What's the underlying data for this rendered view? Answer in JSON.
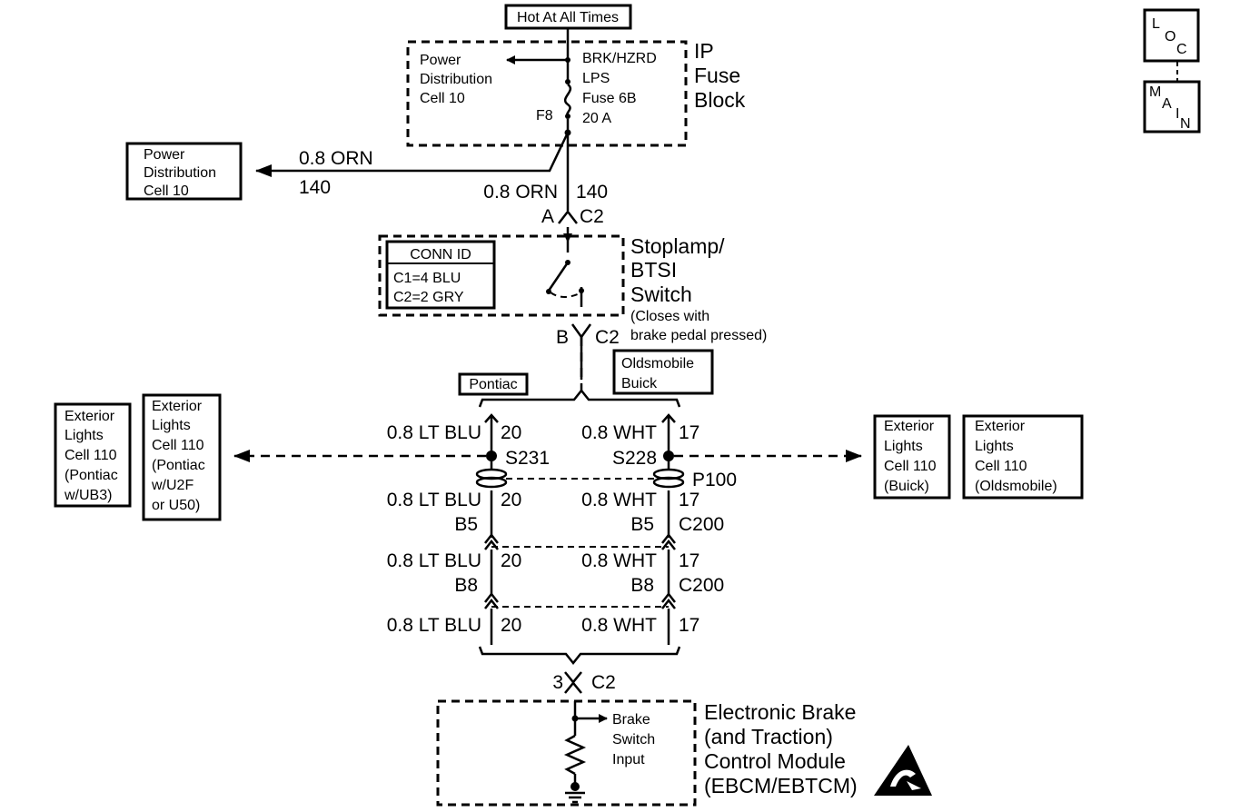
{
  "top": {
    "hot_label": "Hot At All Times"
  },
  "fuse_block": {
    "title_line1": "IP",
    "title_line2": "Fuse",
    "title_line3": "Block",
    "pd_line1": "Power",
    "pd_line2": "Distribution",
    "pd_line3": "Cell 10",
    "fuse_line1": "BRK/HZRD",
    "fuse_line2": "LPS",
    "fuse_line3": "Fuse 6B",
    "fuse_line4": "20 A",
    "fuse_id": "F8"
  },
  "power_dist_box": {
    "line1": "Power",
    "line2": "Distribution",
    "line3": "Cell 10"
  },
  "wire_orn_branch": {
    "gauge": "0.8 ORN",
    "circuit": "140"
  },
  "wire_orn_main": {
    "gauge": "0.8 ORN",
    "circuit": "140"
  },
  "conn_a": {
    "pin": "A",
    "conn": "C2"
  },
  "conn_b": {
    "pin": "B",
    "conn": "C2"
  },
  "stoplamp": {
    "title_line1": "Stoplamp/",
    "title_line2": "BTSI",
    "title_line3": "Switch",
    "note_line1": "(Closes with",
    "note_line2": "brake pedal pressed)",
    "conn_id_title": "CONN ID",
    "conn_id_c1": "C1=4 BLU",
    "conn_id_c2": "C2=2 GRY"
  },
  "pontiac_label": "Pontiac",
  "olds_buick": {
    "line1": "Oldsmobile",
    "line2": "Buick"
  },
  "left_circuit": {
    "rows": [
      {
        "gauge": "0.8 LT BLU",
        "circuit": "20"
      },
      {
        "gauge": "0.8 LT BLU",
        "circuit": "20"
      },
      {
        "gauge": "0.8 LT BLU",
        "circuit": "20"
      },
      {
        "gauge": "0.8 LT BLU",
        "circuit": "20"
      }
    ],
    "splice": "S231",
    "pin_b5": "B5",
    "pin_b8": "B8"
  },
  "right_circuit": {
    "rows": [
      {
        "gauge": "0.8 WHT",
        "circuit": "17"
      },
      {
        "gauge": "0.8 WHT",
        "circuit": "17"
      },
      {
        "gauge": "0.8 WHT",
        "circuit": "17"
      },
      {
        "gauge": "0.8 WHT",
        "circuit": "17"
      }
    ],
    "splice": "S228",
    "pin_b5": "B5",
    "pin_b8": "B8",
    "conn_p100": "P100",
    "conn_c200_a": "C200",
    "conn_c200_b": "C200"
  },
  "ext_lights_ub3": {
    "line1": "Exterior",
    "line2": "Lights",
    "line3": "Cell 110",
    "line4": "(Pontiac",
    "line5": "w/UB3)"
  },
  "ext_lights_u2f": {
    "line1": "Exterior",
    "line2": "Lights",
    "line3": "Cell 110",
    "line4": "(Pontiac",
    "line5": "w/U2F",
    "line6": "or U50)"
  },
  "ext_lights_buick": {
    "line1": "Exterior",
    "line2": "Lights",
    "line3": "Cell 110",
    "line4": "(Buick)"
  },
  "ext_lights_olds": {
    "line1": "Exterior",
    "line2": "Lights",
    "line3": "Cell 110",
    "line4": "(Oldsmobile)"
  },
  "conn_3": {
    "pin": "3",
    "conn": "C2"
  },
  "ebcm": {
    "title_line1": "Electronic Brake",
    "title_line2": "(and Traction)",
    "title_line3": "Control Module",
    "title_line4": "(EBCM/EBTCM)",
    "input_line1": "Brake",
    "input_line2": "Switch",
    "input_line3": "Input"
  },
  "legend": {
    "loc": [
      "L",
      "O",
      "C"
    ],
    "main": [
      "M",
      "A",
      "I",
      "N"
    ]
  }
}
